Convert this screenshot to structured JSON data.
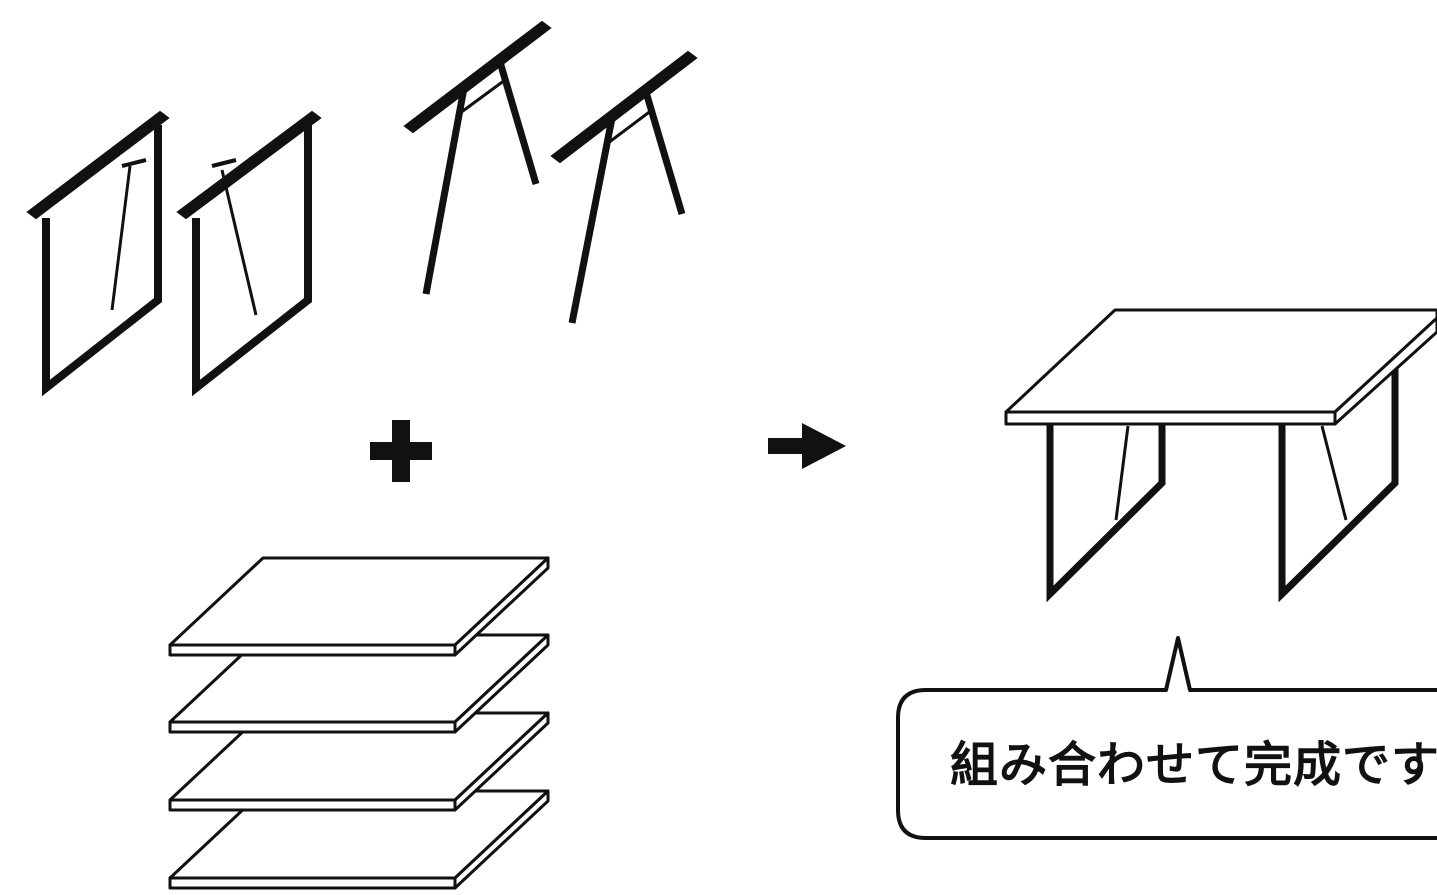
{
  "diagram": {
    "caption": "組み合わせて完成です",
    "colors": {
      "stroke": "#111111",
      "background": "#ffffff"
    },
    "components": {
      "panel_legs": 2,
      "a_frame_legs": 2,
      "boards": 4
    },
    "operators": {
      "plus": "plus-icon",
      "arrow": "arrow-right-icon"
    }
  }
}
